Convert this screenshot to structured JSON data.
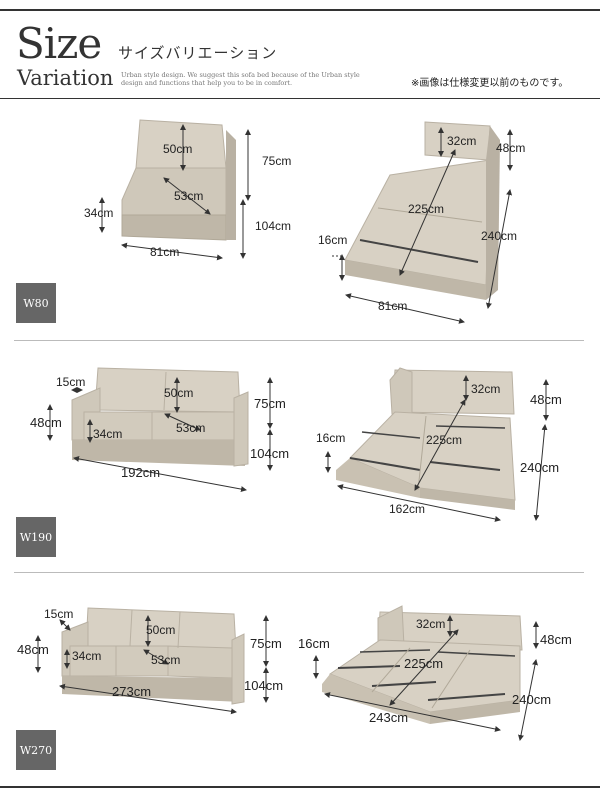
{
  "header": {
    "title_main": "Size",
    "title_sub": "Variation",
    "title_jp": "サイズバリエーション",
    "tagline": "Urban style design. We suggest this sofa bed because of the Urban style design and functions that help you to be in comfort.",
    "note": "※画像は仕様変更以前のものです。"
  },
  "sections": [
    {
      "badge": "W80",
      "sofa": {
        "depth_inner": "50cm",
        "back_h": "75cm",
        "seat_d": "53cm",
        "seat_h": "34cm",
        "total_d": "104cm",
        "width": "81cm"
      },
      "bed": {
        "pillow_d": "32cm",
        "pillow_h": "48cm",
        "length": "225cm",
        "mat_h": "16cm",
        "total_l": "240cm",
        "width": "81cm"
      }
    },
    {
      "badge": "W190",
      "sofa": {
        "arm_w": "15cm",
        "depth_inner": "50cm",
        "back_h": "75cm",
        "seat_h_out": "48cm",
        "seat_h": "34cm",
        "seat_d": "53cm",
        "total_d": "104cm",
        "width": "192cm"
      },
      "bed": {
        "pillow_d": "32cm",
        "pillow_h": "48cm",
        "mat_h": "16cm",
        "length": "225cm",
        "total_l": "240cm",
        "width": "162cm"
      }
    },
    {
      "badge": "W270",
      "sofa": {
        "arm_w": "15cm",
        "depth_inner": "50cm",
        "back_h": "75cm",
        "seat_h_out": "48cm",
        "seat_h": "34cm",
        "seat_d": "53cm",
        "total_d": "104cm",
        "width": "273cm"
      },
      "bed": {
        "pillow_d": "32cm",
        "pillow_h": "48cm",
        "mat_h": "16cm",
        "length": "225cm",
        "total_l": "240cm",
        "width": "243cm"
      }
    }
  ],
  "colors": {
    "fabric": "#d8d1c4",
    "fabric_shade": "#b9b1a3",
    "badge": "#666666",
    "line": "#333333"
  }
}
